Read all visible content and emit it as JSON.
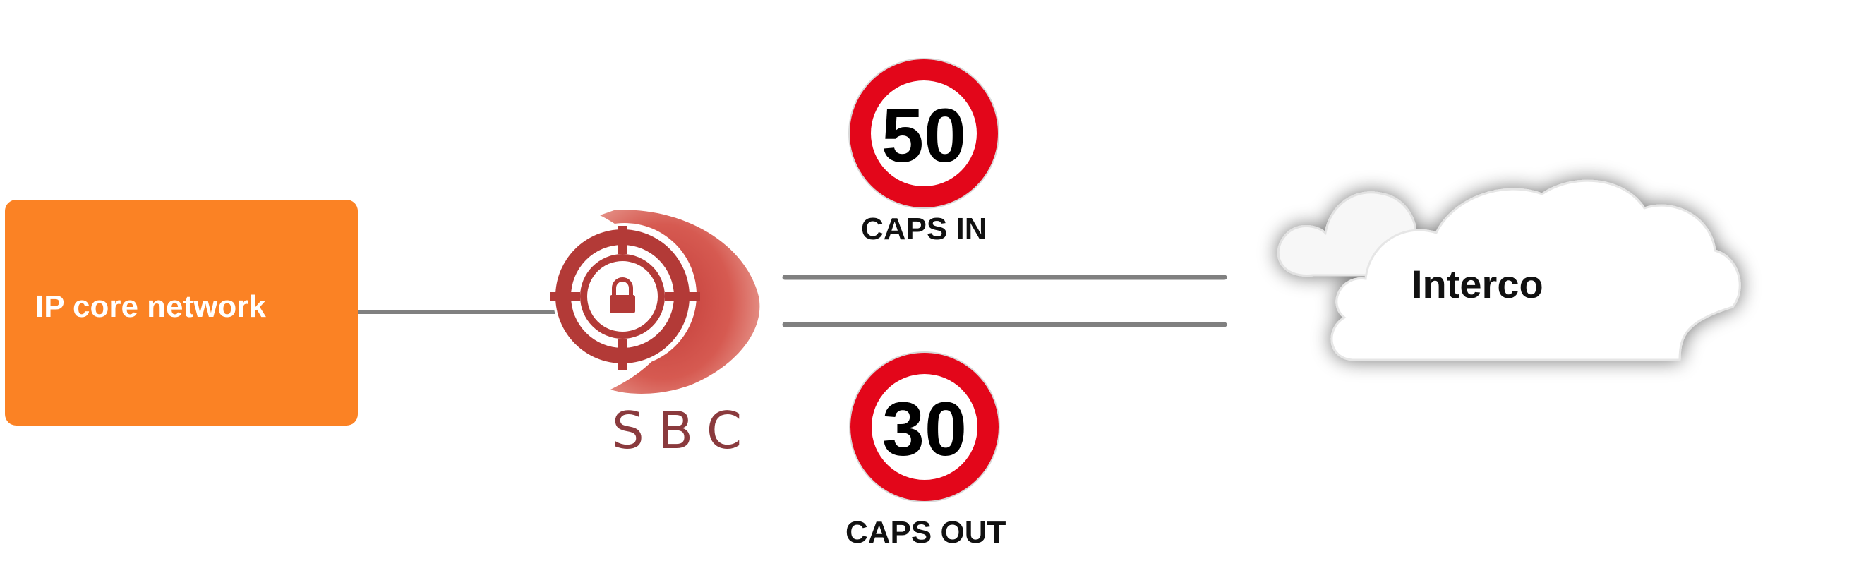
{
  "core_network": {
    "label": "IP core network",
    "color": "#fb8224"
  },
  "sbc": {
    "label": "SBC",
    "icon": "target-lock-icon",
    "color": "#d0504a"
  },
  "caps_in": {
    "sign_value": "50",
    "label": "CAPS IN"
  },
  "caps_out": {
    "sign_value": "30",
    "label": "CAPS OUT"
  },
  "cloud": {
    "label": "Interco",
    "icon": "cloud-icon"
  },
  "colors": {
    "sign_ring": "#e3061a",
    "link_line": "#808080"
  }
}
